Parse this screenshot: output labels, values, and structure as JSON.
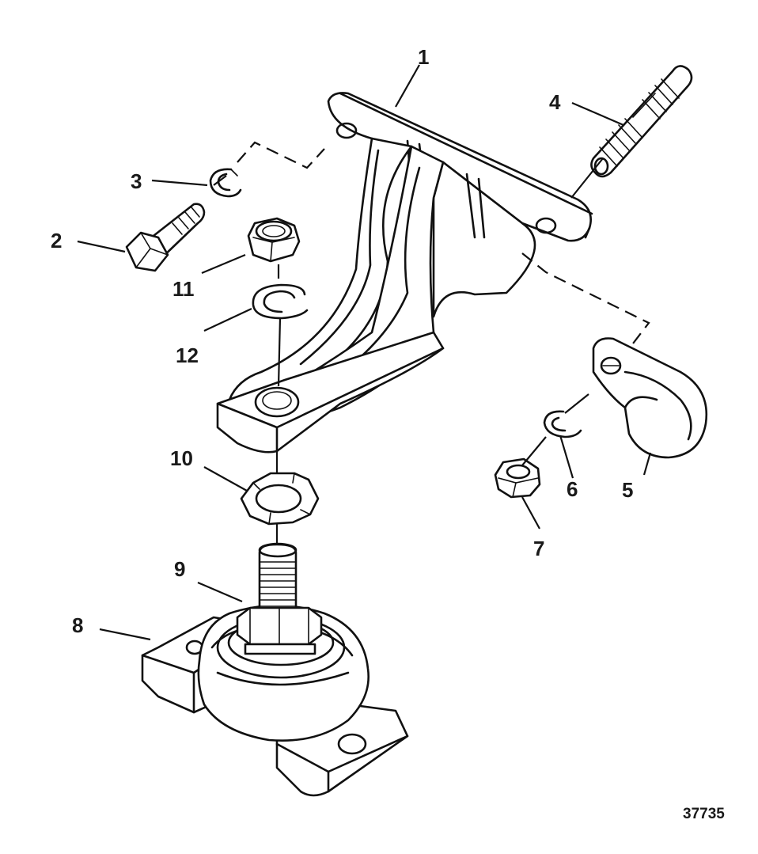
{
  "figure_number": "37735",
  "callouts": {
    "c1": "1",
    "c2": "2",
    "c3": "3",
    "c4": "4",
    "c5": "5",
    "c6": "6",
    "c7": "7",
    "c8": "8",
    "c9": "9",
    "c10": "10",
    "c11": "11",
    "c12": "12"
  }
}
